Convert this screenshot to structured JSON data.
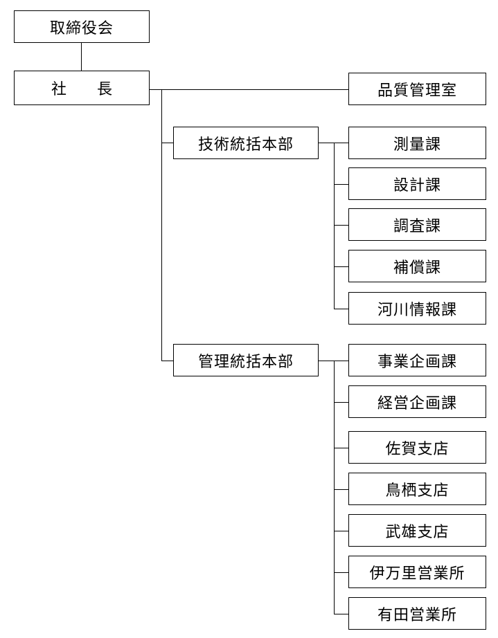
{
  "org": {
    "board": "取締役会",
    "president": "社長",
    "quality": "品質管理室",
    "tech": {
      "head": "技術統括本部",
      "units": [
        "測量課",
        "設計課",
        "調査課",
        "補償課",
        "河川情報課"
      ]
    },
    "admin": {
      "head": "管理統括本部",
      "units": [
        "事業企画課",
        "経営企画課",
        "佐賀支店",
        "鳥栖支店",
        "武雄支店",
        "伊万里営業所",
        "有田営業所"
      ]
    }
  }
}
